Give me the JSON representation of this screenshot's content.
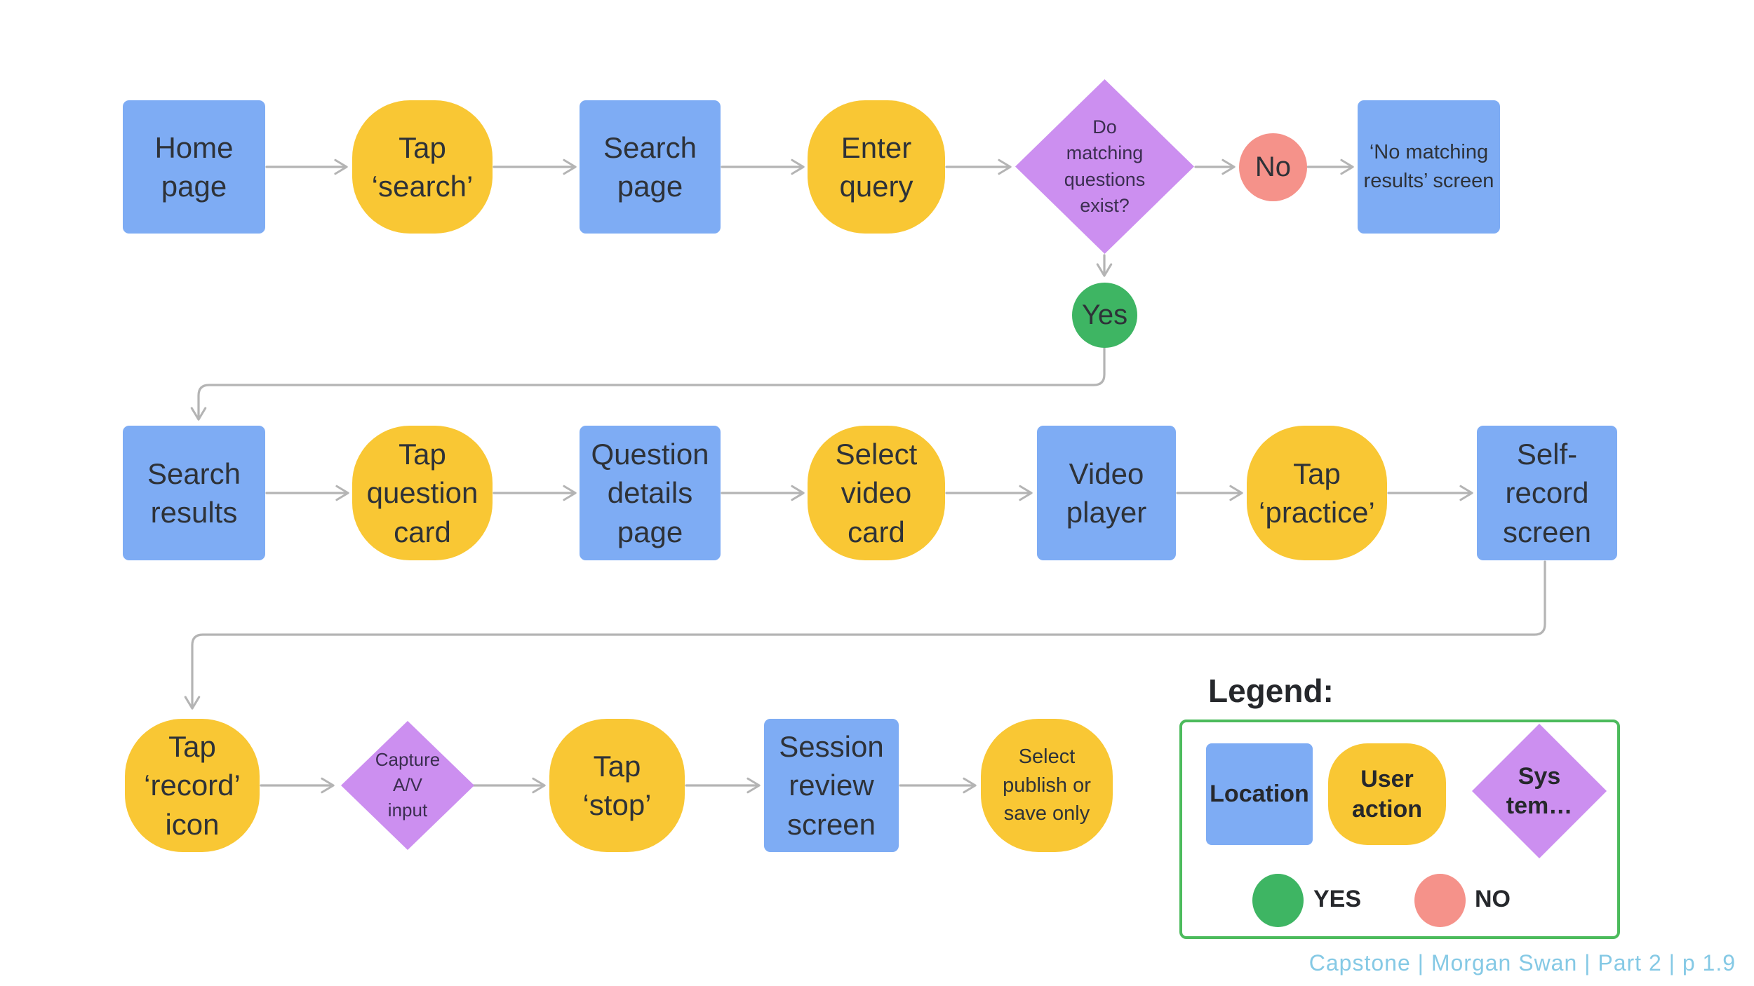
{
  "nodes": {
    "home_page": "Home\npage",
    "tap_search": "Tap\n‘search’",
    "search_page": "Search\npage",
    "enter_query": "Enter\nquery",
    "matching_decision": "Do\nmatching\nquestions\nexist?",
    "no_label": "No",
    "no_results_screen": "‘No matching\nresults’ screen",
    "yes_label": "Yes",
    "search_results": "Search\nresults",
    "tap_question_card": "Tap\nquestion\ncard",
    "question_details_page": "Question\ndetails\npage",
    "select_video_card": "Select\nvideo\ncard",
    "video_player": "Video\nplayer",
    "tap_practice": "Tap\n‘practice’",
    "self_record_screen": "Self-\nrecord\nscreen",
    "tap_record_icon": "Tap\n‘record’\nicon",
    "capture_av_input": "Capture\nA/V\ninput",
    "tap_stop": "Tap\n‘stop’",
    "session_review_screen": "Session\nreview\nscreen",
    "select_publish_or_save": "Select\npublish or\nsave only"
  },
  "legend": {
    "title": "Legend:",
    "location": "Location",
    "user_action": "User\naction",
    "system": "Sys\ntem…",
    "yes": "YES",
    "no": "NO"
  },
  "footer": "Capstone | Morgan Swan | Part 2 | p 1.9",
  "colors": {
    "location_blue": "#7EACF4",
    "action_yellow": "#F9C734",
    "system_purple": "#CC8FF0",
    "yes_green": "#3EB563",
    "no_pink": "#F5928A",
    "connector_gray": "#B4B4B4",
    "legend_border_green": "#4CBB5C",
    "footer_blue": "#85C9E5"
  }
}
